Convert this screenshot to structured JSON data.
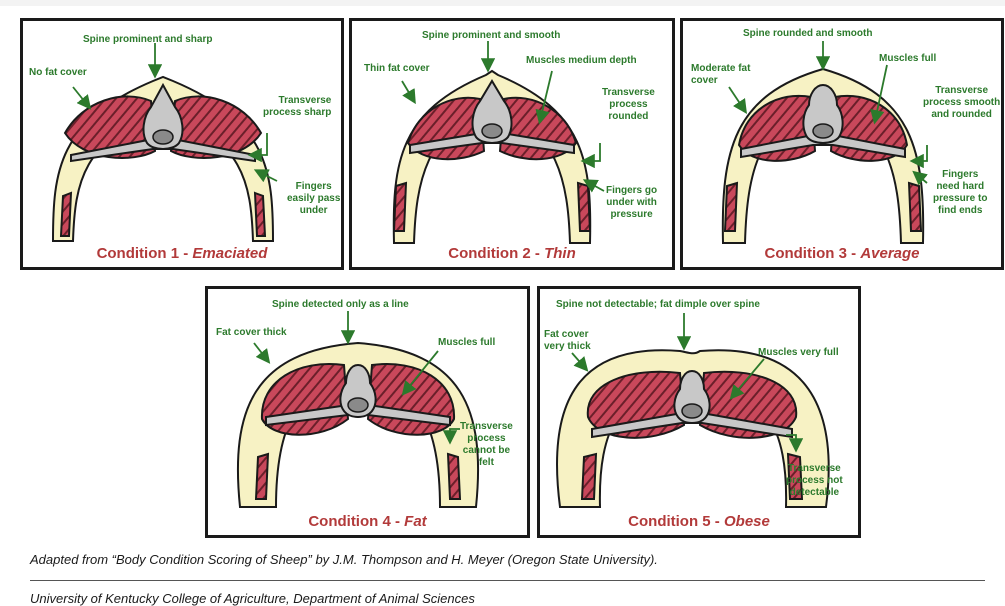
{
  "colors": {
    "muscle": "#c9485b",
    "muscle_stripe": "#6b1f2a",
    "fat": "#f7f2c4",
    "bone": "#c8c8c8",
    "marrow": "#8a8a8a",
    "label_green": "#2c7a2c",
    "caption_red": "#b23a3a",
    "border": "#1a1a1a"
  },
  "panels": [
    {
      "caption_prefix": "Condition 1 - ",
      "caption_term": "Emaciated",
      "labels": {
        "spine": "Spine prominent and sharp",
        "fat": "No fat cover",
        "transverse": "Transverse\nprocess sharp",
        "fingers": "Fingers\neasily pass\nunder"
      }
    },
    {
      "caption_prefix": "Condition 2 - ",
      "caption_term": "Thin",
      "labels": {
        "spine": "Spine prominent and smooth",
        "fat": "Thin fat cover",
        "muscles": "Muscles medium depth",
        "transverse": "Transverse\nprocess\nrounded",
        "fingers": "Fingers go\nunder with\npressure"
      }
    },
    {
      "caption_prefix": "Condition 3 - ",
      "caption_term": "Average",
      "labels": {
        "spine": "Spine rounded and smooth",
        "fat": "Moderate fat\ncover",
        "muscles": "Muscles full",
        "transverse": "Transverse\nprocess smooth\nand rounded",
        "fingers": "Fingers\nneed hard\npressure to\nfind ends"
      }
    },
    {
      "caption_prefix": "Condition 4 - ",
      "caption_term": "Fat",
      "labels": {
        "spine": "Spine detected only as a line",
        "fat": "Fat cover thick",
        "muscles": "Muscles full",
        "transverse": "Transverse\nprocess\ncannot be\nfelt"
      }
    },
    {
      "caption_prefix": "Condition 5 - ",
      "caption_term": "Obese",
      "labels": {
        "spine": "Spine not detectable; fat dimple over spine",
        "fat": "Fat cover\nvery thick",
        "muscles": "Muscles very full",
        "transverse": "Transverse\nprocess not\ndetectable"
      }
    }
  ],
  "footer": {
    "note": "Adapted from “Body Condition Scoring of Sheep” by J.M.  Thompson and H. Meyer (Oregon State University).",
    "source": "University of Kentucky College of Agriculture, Department of Animal Sciences"
  }
}
